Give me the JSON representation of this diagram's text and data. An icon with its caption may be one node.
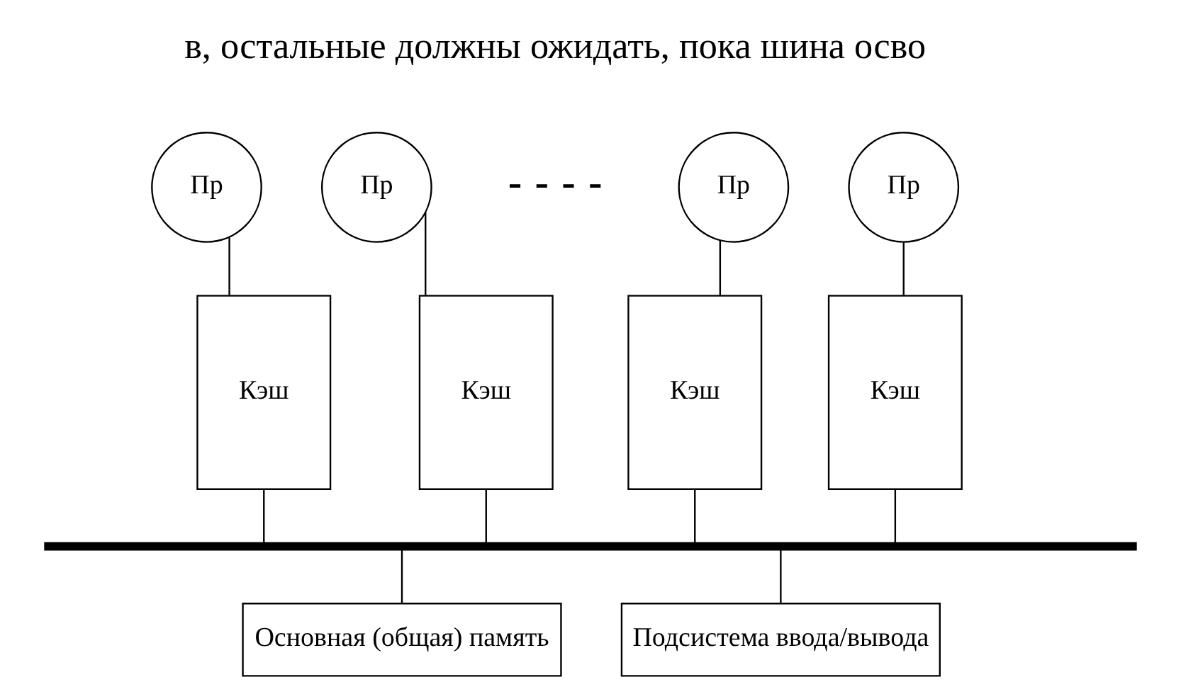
{
  "diagram": {
    "nodes": [
      {
        "text": [
          "Пр"
        ]
      },
      {
        "text": [
          "Пр"
        ]
      },
      {
        "text": [
          "Пр"
        ]
      },
      {
        "text": [
          "Пр"
        ]
      },
      {
        "text": [
          "Кэш"
        ]
      },
      {
        "text": [
          "Кэш"
        ]
      },
      {
        "text": [
          "Кэш"
        ]
      },
      {
        "text": [
          "Кэш"
        ]
      },
      {
        "text": [],
        "shape": "bar"
      },
      {
        "text": [
          "Основная (общая) память"
        ]
      },
      {
        "text": [
          "Подсистема ввода/вывода"
        ]
      }
    ],
    "edges": [
      {
        "from": 0,
        "to": 4,
        "arrow": "none"
      },
      {
        "from": 1,
        "to": 5,
        "arrow": "none"
      },
      {
        "from": 2,
        "to": 6,
        "arrow": "none"
      },
      {
        "from": 3,
        "to": 7,
        "arrow": "none"
      },
      {
        "from": 4,
        "to": 8,
        "arrow": "none"
      },
      {
        "from": 5,
        "to": 8,
        "arrow": "none"
      },
      {
        "from": 6,
        "to": 8,
        "arrow": "none"
      },
      {
        "from": 7,
        "to": 8,
        "arrow": "none"
      },
      {
        "from": 8,
        "to": 9,
        "arrow": "none"
      },
      {
        "from": 8,
        "to": 10,
        "arrow": "none"
      }
    ],
    "labels": [
      "в, остальные должны ожидать, пока шина осво",
      "- - - -"
    ]
  }
}
